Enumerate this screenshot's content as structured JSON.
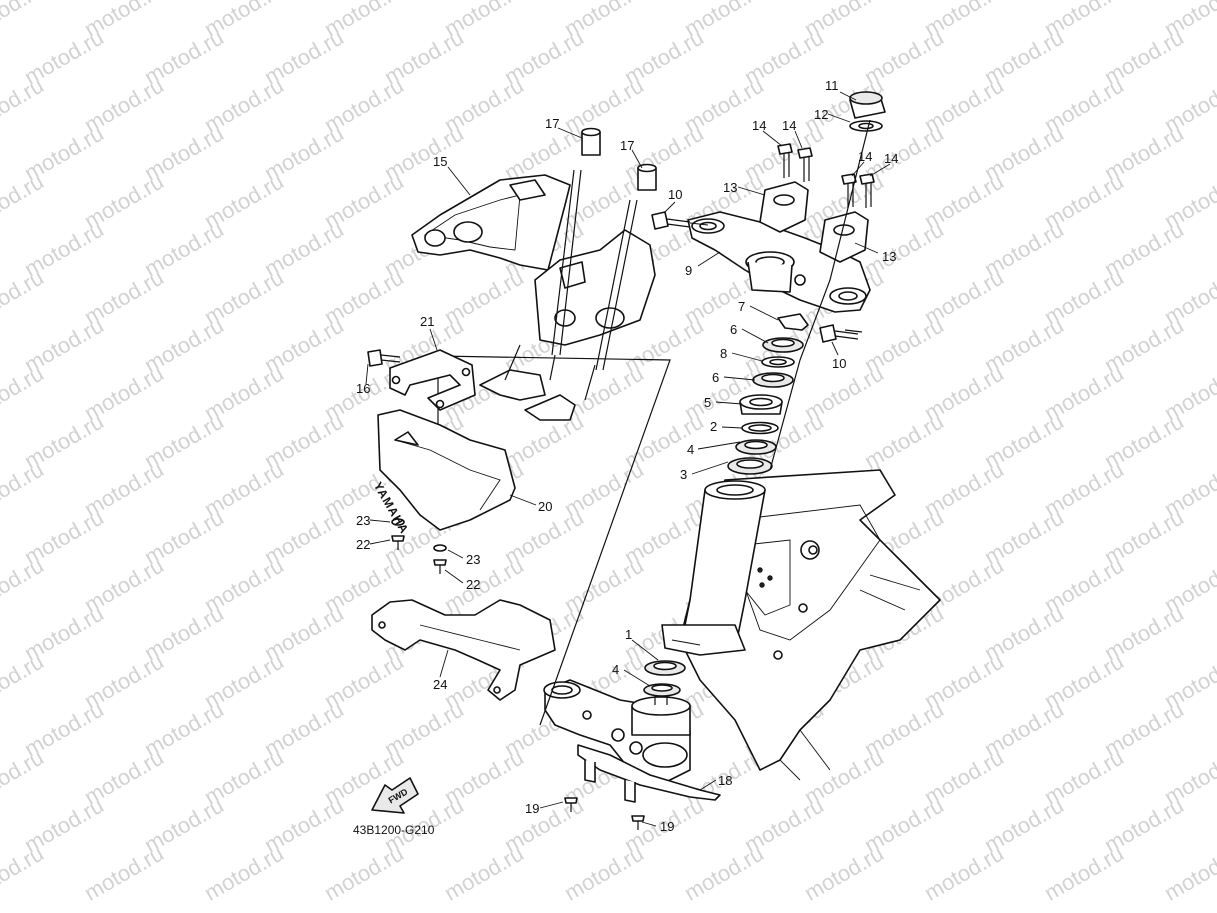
{
  "watermark": {
    "text": "motod.ru"
  },
  "diagram_code": "43B1200-G210",
  "fwd_label": "FWD",
  "brand_text": "YAMAHA",
  "callouts": {
    "c1": "1",
    "c2": "2",
    "c3": "3",
    "c4a": "4",
    "c4b": "4",
    "c5": "5",
    "c6a": "6",
    "c6b": "6",
    "c7": "7",
    "c8": "8",
    "c9": "9",
    "c10a": "10",
    "c10b": "10",
    "c11": "11",
    "c12": "12",
    "c13a": "13",
    "c13b": "13",
    "c14a": "14",
    "c14b": "14",
    "c14c": "14",
    "c14d": "14",
    "c15": "15",
    "c16": "16",
    "c17a": "17",
    "c17b": "17",
    "c18": "18",
    "c19a": "19",
    "c19b": "19",
    "c20": "20",
    "c21": "21",
    "c22a": "22",
    "c22b": "22",
    "c23a": "23",
    "c23b": "23",
    "c24": "24"
  }
}
